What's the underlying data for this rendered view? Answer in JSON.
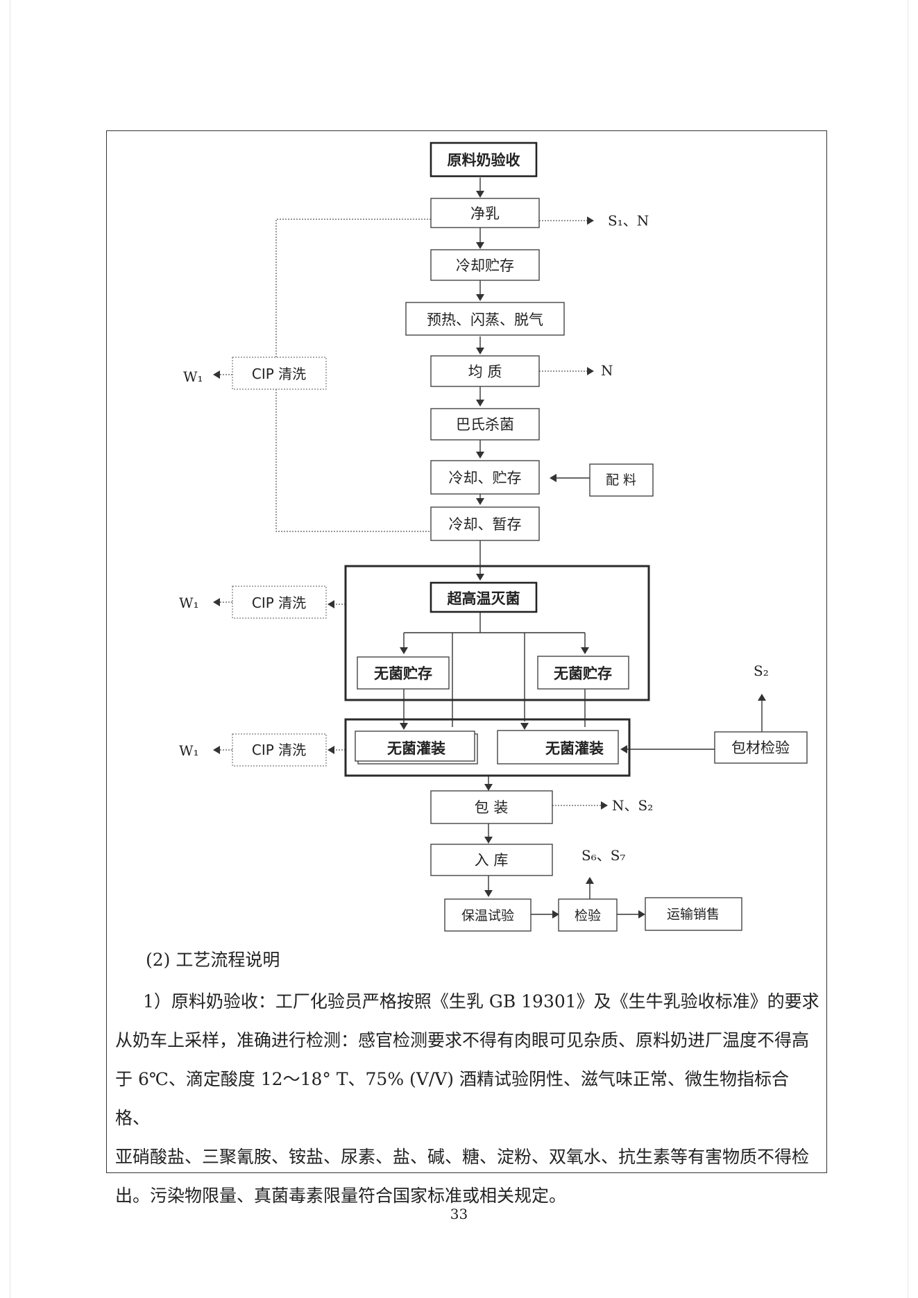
{
  "diagram": {
    "steps": {
      "receive": "原料奶验收",
      "purify": "净乳",
      "cool_store": "冷却贮存",
      "preheat": "预热、闪蒸、脱气",
      "homogenize": "均 质",
      "pasteurize": "巴氏杀菌",
      "cool_store2": "冷却、贮存",
      "ingredients": "配 料",
      "cool_temp": "冷却、暂存",
      "uht": "超高温灭菌",
      "aseptic_store_left": "无菌贮存",
      "aseptic_store_right": "无菌贮存",
      "aseptic_fill_left": "无菌灌装",
      "aseptic_fill_right": "无菌灌装",
      "package_check": "包材检验",
      "pack": "包 装",
      "warehouse": "入 库",
      "incubation": "保温试验",
      "inspection": "检验",
      "transport": "运输销售"
    },
    "cip": [
      "CIP 清洗",
      "CIP 清洗",
      "CIP 清洗"
    ],
    "outputs": {
      "purify": "S₁、N",
      "homogenize": "N",
      "w1_a": "W₁",
      "w1_b": "W₁",
      "w1_c": "W₁",
      "s2": "S₂",
      "pack": "N、S₂",
      "inspection": "S₆、S₇"
    }
  },
  "text": {
    "section_title": "(2) 工艺流程说明",
    "paragraph_lines": [
      "1）原料奶验收：工厂化验员严格按照《生乳 GB 19301》及《生牛乳验收标准》的要求",
      "从奶车上采样，准确进行检测：感官检测要求不得有肉眼可见杂质、原料奶进厂温度不得高",
      "于 6℃、滴定酸度 12～18° T、75% (V/V) 酒精试验阴性、滋气味正常、微生物指标合格、",
      "亚硝酸盐、三聚氰胺、铵盐、尿素、盐、碱、糖、淀粉、双氧水、抗生素等有害物质不得检",
      "出。污染物限量、真菌毒素限量符合国家标准或相关规定。"
    ]
  },
  "page_number": "33"
}
